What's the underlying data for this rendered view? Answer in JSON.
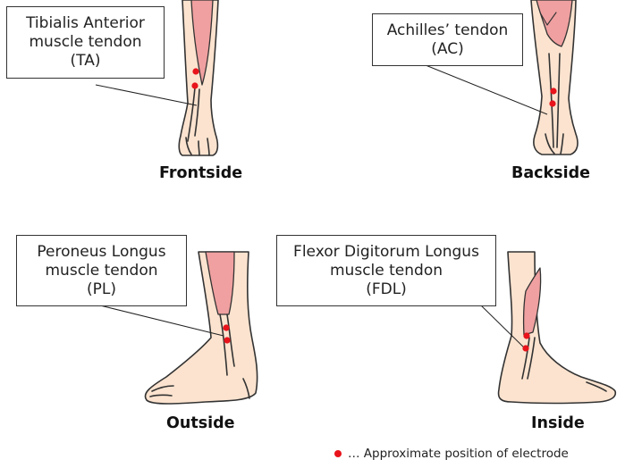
{
  "panels": {
    "front": {
      "label_lines": [
        "Tibialis Anterior",
        "muscle tendon",
        "(TA)"
      ],
      "caption": "Frontside"
    },
    "back": {
      "label_lines": [
        "Achilles’ tendon",
        "(AC)"
      ],
      "caption": "Backside"
    },
    "outside": {
      "label_lines": [
        "Peroneus Longus",
        "muscle tendon",
        "(PL)"
      ],
      "caption": "Outside"
    },
    "inside": {
      "label_lines": [
        "Flexor Digitorum Longus",
        "muscle tendon",
        "(FDL)"
      ],
      "caption": "Inside"
    }
  },
  "legend": {
    "text": "… Approximate position of electrode",
    "marker_color": "#e8131b"
  },
  "colors": {
    "skin": "#fbe3cf",
    "muscle": "#f0a0a0",
    "outline": "#333333",
    "electrode": "#e8131b"
  }
}
